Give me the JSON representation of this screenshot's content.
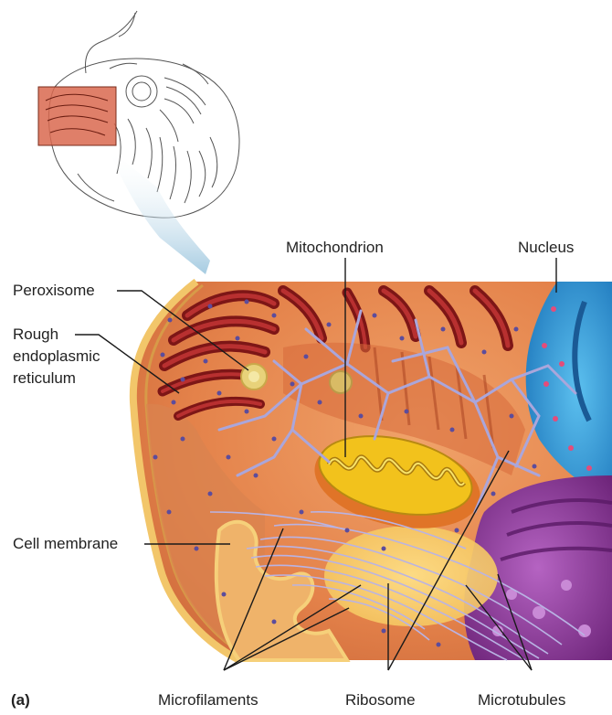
{
  "figure": {
    "panel_label": "(a)",
    "labels": {
      "mitochondrion": "Mitochondrion",
      "nucleus": "Nucleus",
      "peroxisome": "Peroxisome",
      "rough_er_line1": "Rough",
      "rough_er_line2": "endoplasmic",
      "rough_er_line3": "reticulum",
      "cell_membrane": "Cell membrane",
      "microfilaments": "Microfilaments",
      "ribosome": "Ribosome",
      "microtubules": "Microtubules"
    }
  },
  "colors": {
    "inset_highlight": "#d9694f",
    "cytoplasm": "#e8894f",
    "rough_er": "#9b1e1e",
    "mitochondrion": "#e8c21c",
    "nucleus": "#3a9fd8",
    "golgi": "#8a3a9a",
    "cytoskeleton": "#a9a6d8",
    "membrane": "#f2c66a",
    "arrow": "#a9cde0"
  }
}
